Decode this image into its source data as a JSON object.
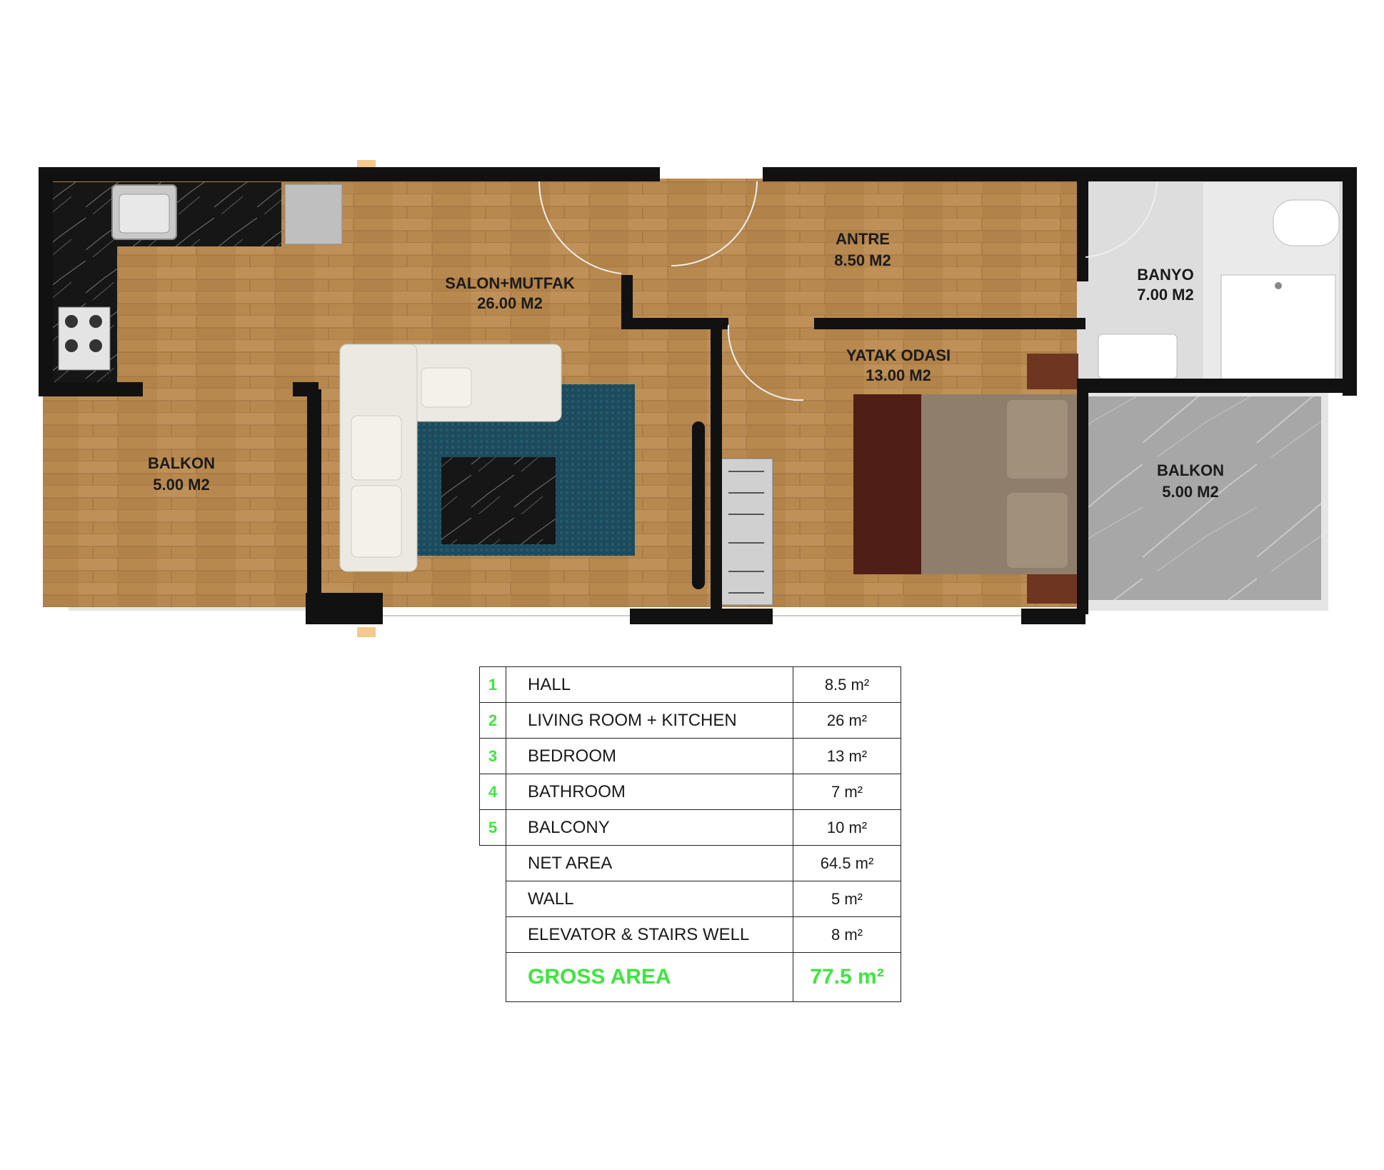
{
  "plan": {
    "rooms": [
      {
        "name": "SALON+MUTFAK",
        "area": "26.00 M2"
      },
      {
        "name": "ANTRE",
        "area": "8.50 M2"
      },
      {
        "name": "BANYO",
        "area": "7.00 M2"
      },
      {
        "name": "YATAK ODASI",
        "area": "13.00 M2"
      },
      {
        "name": "BALKON",
        "area": "5.00 M2"
      },
      {
        "name": "BALKON",
        "area": "5.00 M2"
      }
    ]
  },
  "table": {
    "rows": [
      {
        "num": "1",
        "name": "HALL",
        "value": "8.5 m²"
      },
      {
        "num": "2",
        "name": "LIVING ROOM + KITCHEN",
        "value": "26 m²"
      },
      {
        "num": "3",
        "name": "BEDROOM",
        "value": "13 m²"
      },
      {
        "num": "4",
        "name": "BATHROOM",
        "value": "7 m²"
      },
      {
        "num": "5",
        "name": "BALCONY",
        "value": "10 m²"
      },
      {
        "num": "",
        "name": "NET AREA",
        "value": "64.5 m²"
      },
      {
        "num": "",
        "name": "WALL",
        "value": "5 m²"
      },
      {
        "num": "",
        "name": "ELEVATOR & STAIRS WELL",
        "value": "8 m²"
      },
      {
        "num": "",
        "name": "GROSS AREA",
        "value": "77.5 m²"
      }
    ]
  },
  "colors": {
    "wood": "#b5884f",
    "wall": "#111111",
    "marble_balcony": "#a3a3a3",
    "bath_tile": "#dcdcdc",
    "rug": "#1d4a5c",
    "sofa": "#ece9e2",
    "bed_sheet": "#8f7e6c",
    "bed_blanket": "#4f1e16",
    "accent_green": "#3ee63e"
  }
}
